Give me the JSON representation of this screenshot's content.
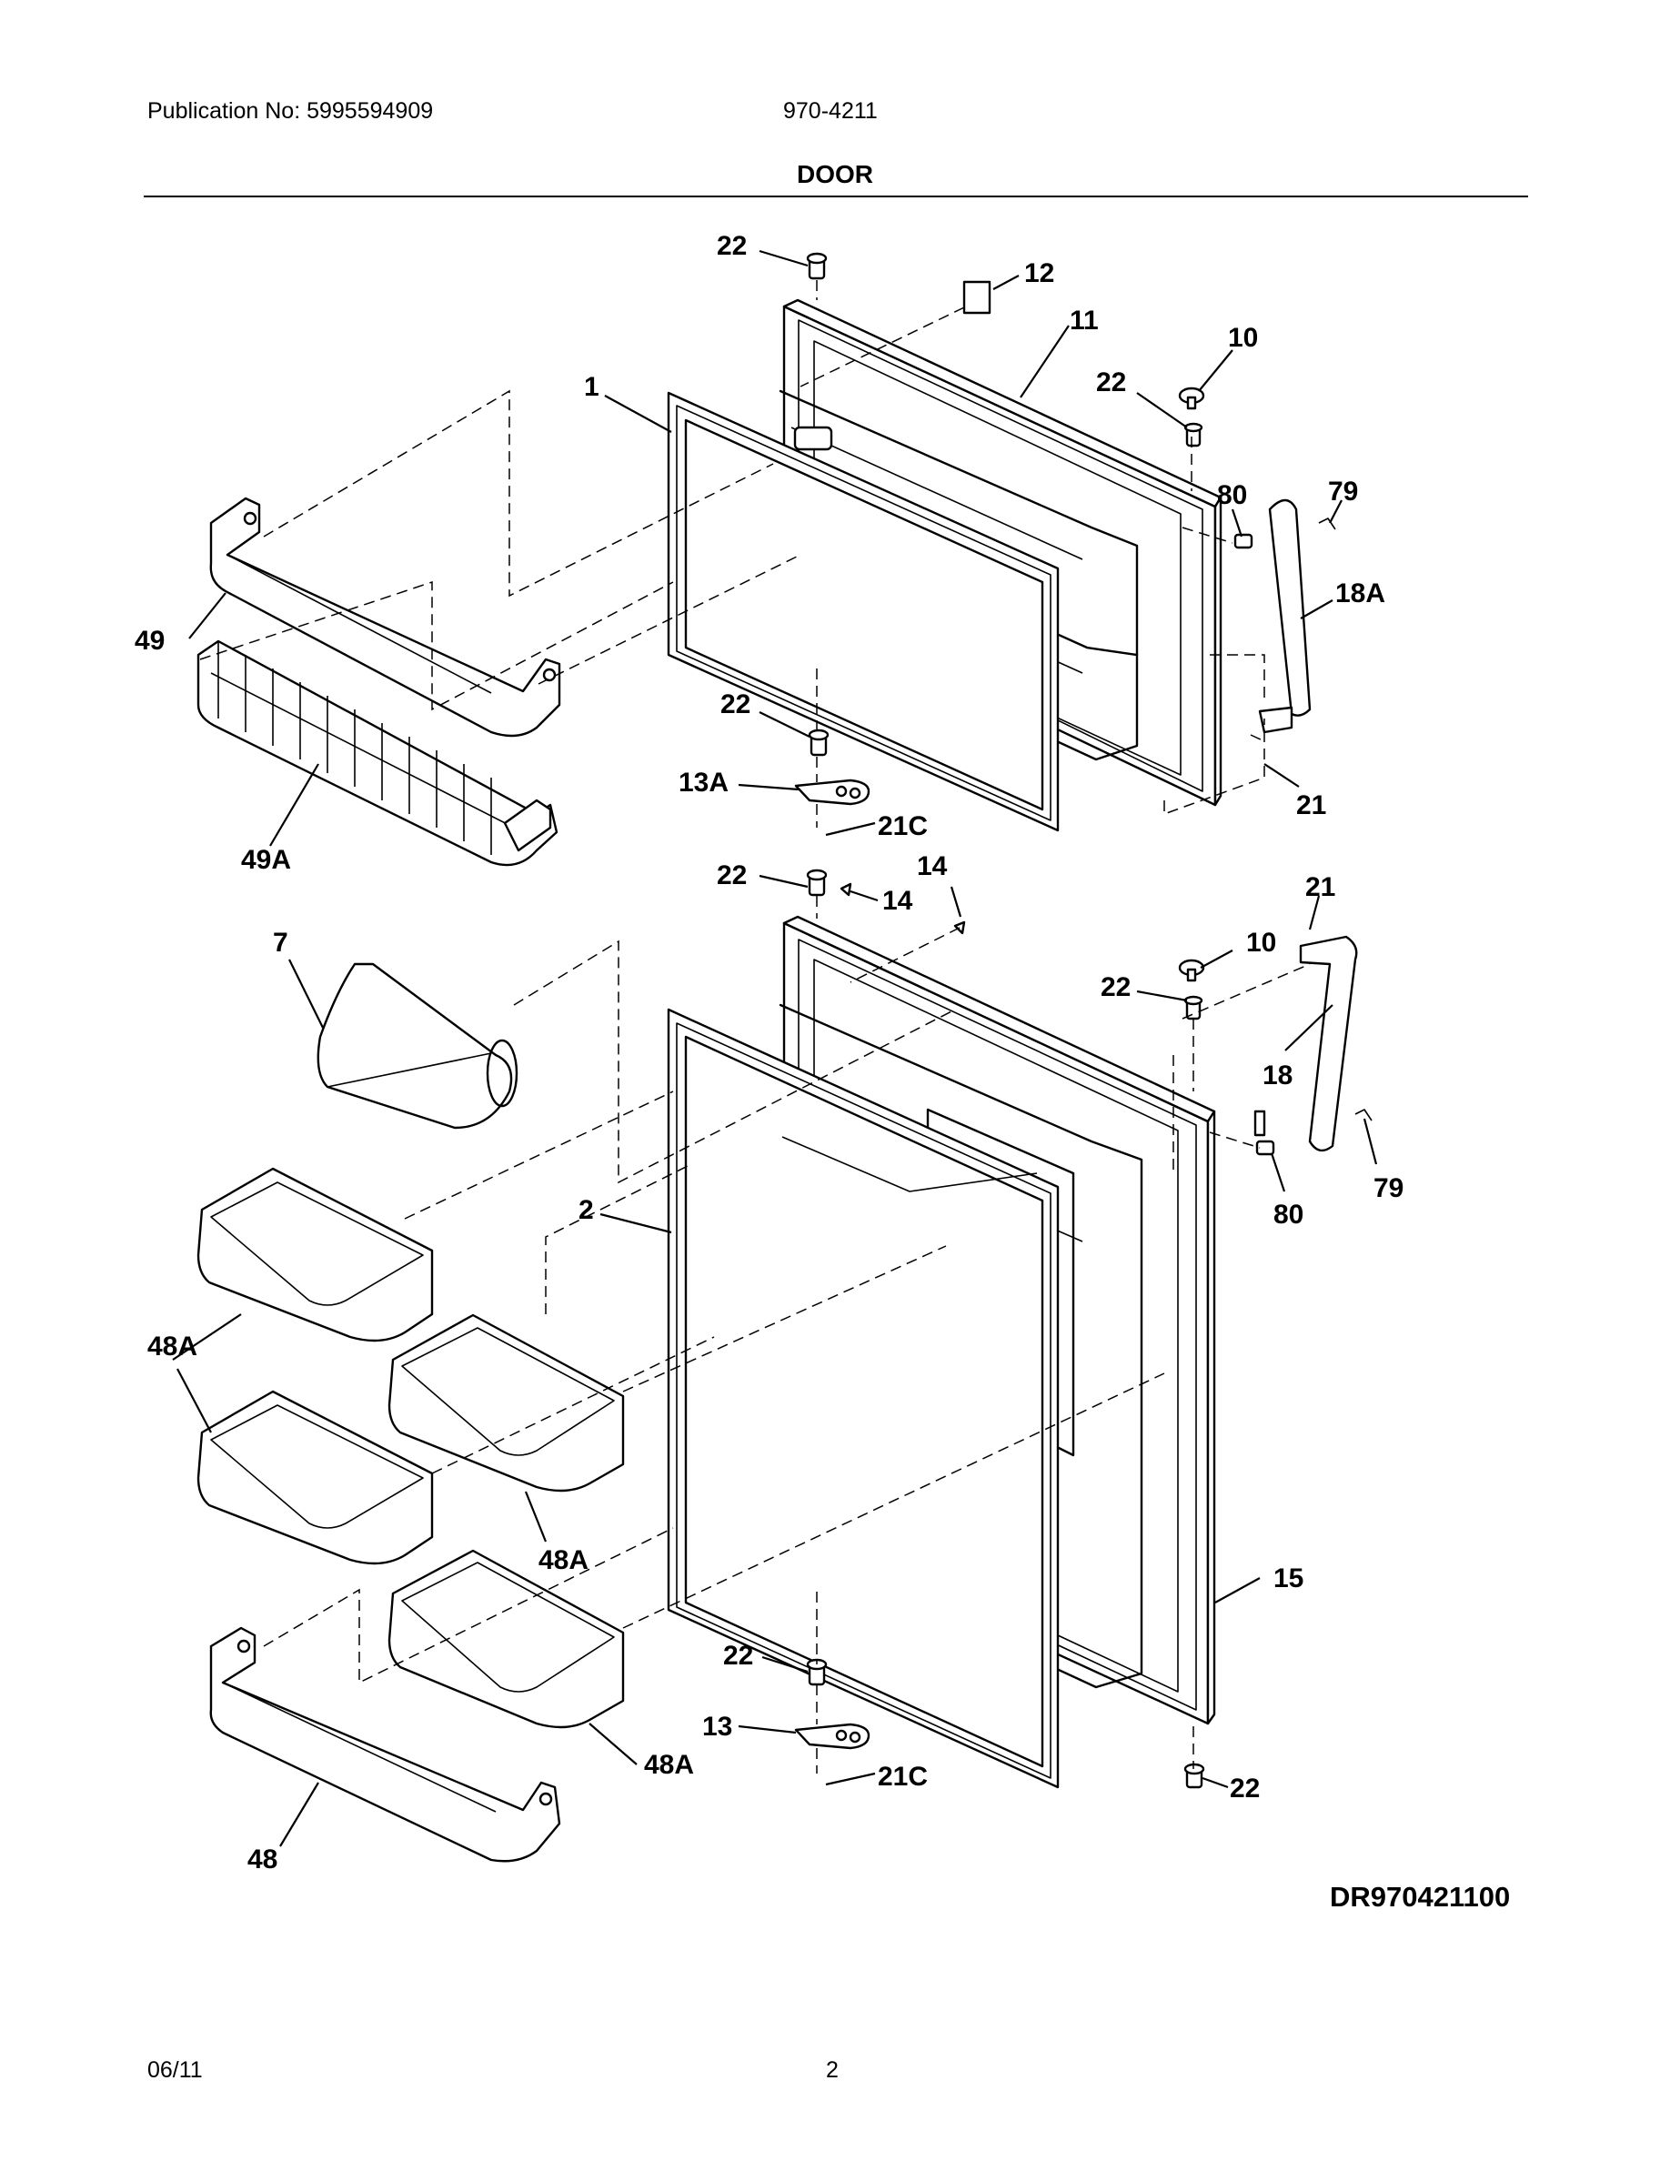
{
  "header": {
    "publication": "Publication No: 5995594909",
    "model": "970-4211",
    "section_title": "DOOR"
  },
  "figure_id": "DR970421100",
  "footer": {
    "date": "06/11",
    "page": "2"
  },
  "part_labels": {
    "l22_top": "22",
    "l12": "12",
    "l11": "11",
    "l10_top": "10",
    "l22_freezer_hinge": "22",
    "l1": "1",
    "l80_top": "80",
    "l79_top": "79",
    "l18A": "18A",
    "l49": "49",
    "l22_mid_hinge": "22",
    "l13A": "13A",
    "l21C_top": "21C",
    "l21_top": "21",
    "l49A": "49A",
    "l22_fresh_top": "22",
    "l14_a": "14",
    "l14_b": "14",
    "l21_lower": "21",
    "l7": "7",
    "l10_lower": "10",
    "l22_lower_hinge": "22",
    "l18": "18",
    "l79_lower": "79",
    "l2": "2",
    "l80_lower": "80",
    "l48A_a": "48A",
    "l48A_b": "48A",
    "l15": "15",
    "l22_bottom": "22",
    "l13": "13",
    "l48A_c": "48A",
    "l21C_bottom": "21C",
    "l22_bottom_right": "22",
    "l48": "48"
  }
}
